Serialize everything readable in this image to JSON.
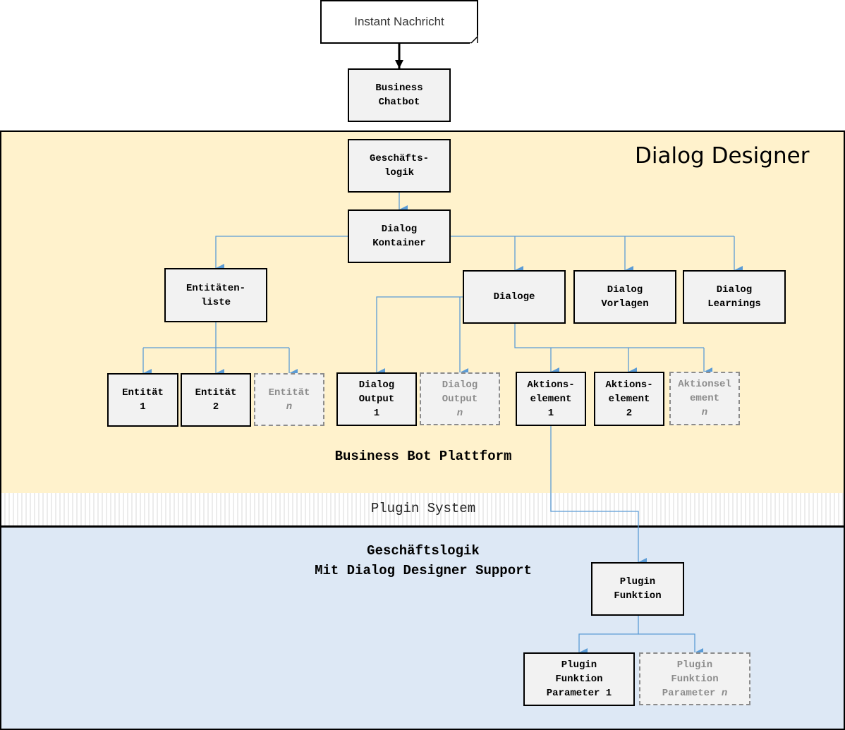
{
  "diagram": {
    "colors": {
      "designer_band": "#fff2cc",
      "logic_band": "#dde8f5",
      "connector": "#5b9bd5",
      "node_fill": "#f2f2f2",
      "ghost_text": "#8c8c8c"
    },
    "sections": {
      "designer_title": "Dialog Designer",
      "platform_title": "Business Bot Plattform",
      "plugin_title": "Plugin System",
      "logic_title": "Geschäftslogik\nMit Dialog Designer Support"
    },
    "nodes": {
      "instant_message": "Instant Nachricht",
      "business_chatbot": "Business\nChatbot",
      "business_logic": "Geschäfts-\nlogik",
      "dialog_container": "Dialog\nKontainer",
      "entity_list": "Entitäten-\nliste",
      "entity_1": "Entität\n1",
      "entity_2": "Entität\n2",
      "entity_n_label": "Entität",
      "dialogs": "Dialoge",
      "dialog_templates": "Dialog\nVorlagen",
      "dialog_learnings": "Dialog\nLearnings",
      "dialog_output_1": "Dialog\nOutput\n1",
      "dialog_output_n_label": "Dialog\nOutput",
      "action_element_1": "Aktions-\nelement\n1",
      "action_element_2": "Aktions-\nelement\n2",
      "action_element_n_label": "Aktionsel\nement",
      "plugin_function": "Plugin\nFunktion",
      "plugin_param_1": "Plugin\nFunktion\nParameter 1",
      "plugin_param_n_label": "Plugin\nFunktion\nParameter",
      "n_symbol": "n"
    }
  }
}
